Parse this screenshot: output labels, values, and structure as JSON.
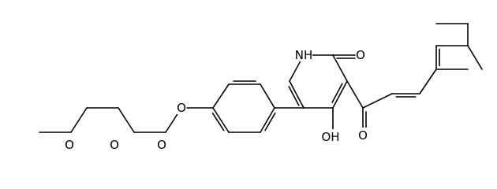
{
  "molecule": {
    "atom_labels": {
      "nh": "NH",
      "carbonyl_o_ring": "O",
      "hydroxyl": "OH",
      "ketone_o": "O",
      "ether_o_phenyl": "O",
      "ether_o_acetal": "O",
      "ether_o_glycol": "O",
      "ether_o_methoxy": "O"
    },
    "colors": {
      "bond": "#000000",
      "label": "#000000",
      "background": "#ffffff"
    }
  }
}
